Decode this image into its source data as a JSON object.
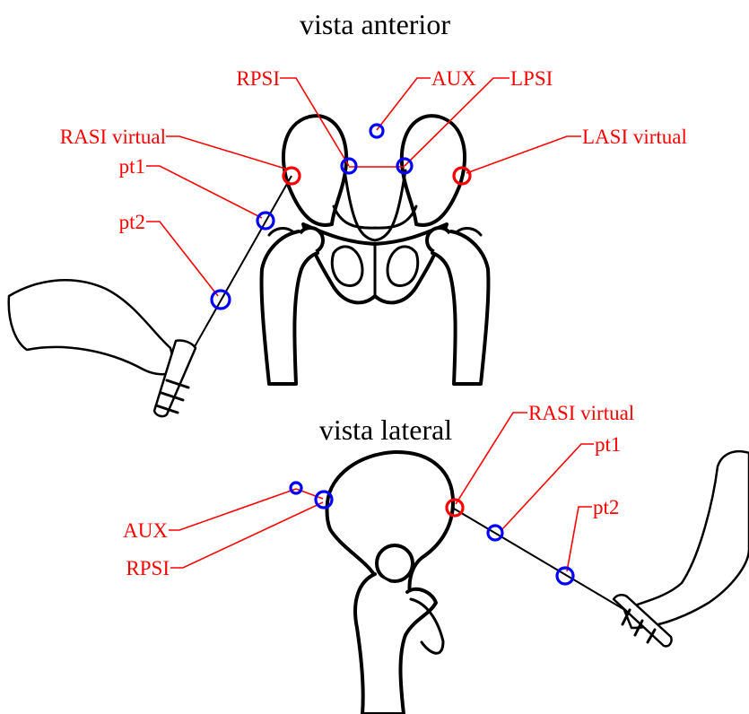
{
  "colors": {
    "label": "#ff0000",
    "virtual_marker": "#ff0000",
    "real_marker": "#0000ff",
    "line": "#000000"
  },
  "anterior": {
    "title": "vista anterior",
    "labels": {
      "rpsi": "RPSI",
      "aux": "AUX",
      "lpsi": "LPSI",
      "rasi": "RASI virtual",
      "lasi": "LASI virtual",
      "pt1": "pt1",
      "pt2": "pt2"
    }
  },
  "lateral": {
    "title": "vista lateral",
    "labels": {
      "rasi": "RASI virtual",
      "pt1": "pt1",
      "pt2": "pt2",
      "aux": "AUX",
      "rpsi": "RPSI"
    }
  }
}
